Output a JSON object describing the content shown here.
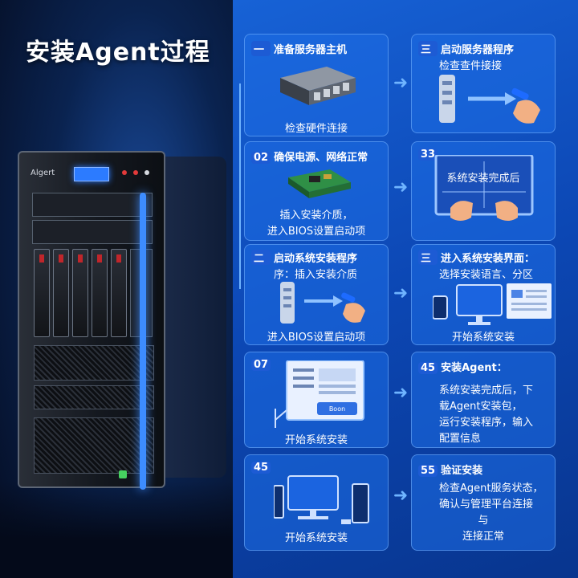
{
  "title": "安装Agent过程",
  "server": {
    "brand": "Algert"
  },
  "steps": [
    {
      "num": "一",
      "title": "准备服务器主机",
      "lines": [
        "检查硬件连接"
      ]
    },
    {
      "num": "三",
      "title": "启动服务器程序",
      "lines": [
        "检查查件接接"
      ]
    },
    {
      "num": "02",
      "title": "确保电源、网络正常",
      "lines": [
        "插入安装介质，",
        "进入BIOS设置启动项"
      ]
    },
    {
      "num": "33",
      "title": "",
      "lines": [
        "系统安装完成后"
      ]
    },
    {
      "num": "二",
      "title": "启动系统安装程序",
      "lines": [
        "序：插入安装介质",
        "进入BIOS设置启动项"
      ]
    },
    {
      "num": "三",
      "title": "进入系统安装界面：",
      "lines": [
        "选择安装语言、分区",
        "开始系统安装"
      ]
    },
    {
      "num": "07",
      "title": "",
      "lines": [
        "开始系统安装"
      ],
      "button": "Boon"
    },
    {
      "num": "45",
      "title": "安装Agent：",
      "lines": [
        "系统安装完成后，下",
        "载Agent安装包，",
        "运行安装程序，输入",
        "配置信息"
      ]
    },
    {
      "num": "45",
      "title": "",
      "lines": [
        "开始系统安装"
      ]
    },
    {
      "num": "55",
      "title": "验证安装",
      "lines": [
        "检查Agent服务状态，",
        "确认与管理平台连接",
        "与",
        "连接正常"
      ]
    }
  ],
  "colors": {
    "accent": "#3d8cff",
    "panel": "#1762d6",
    "card": "#1e6ee6"
  }
}
